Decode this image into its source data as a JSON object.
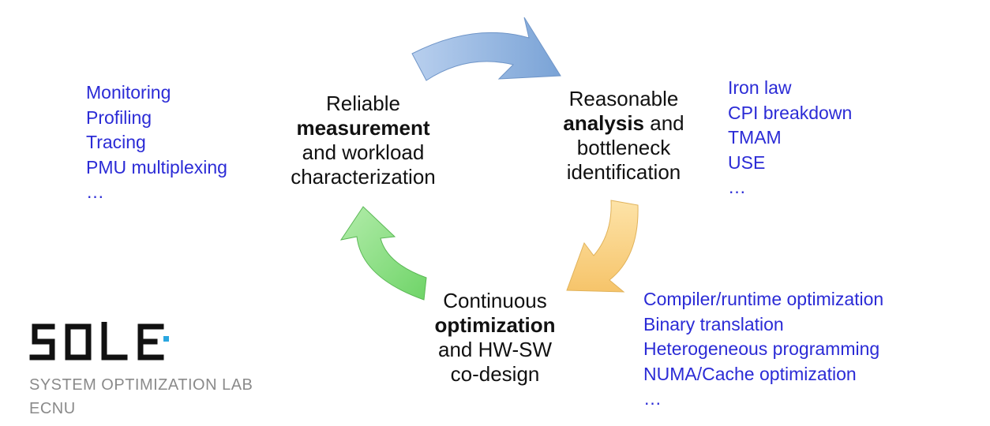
{
  "nodes": {
    "measurement": {
      "pre": "Reliable",
      "bold": "measurement",
      "post1": "and workload",
      "post2": "characterization"
    },
    "analysis": {
      "pre": "Reasonable",
      "bold": "analysis",
      "bold_suffix": " and",
      "post1": "bottleneck",
      "post2": "identification"
    },
    "optimization": {
      "pre": "Continuous",
      "bold": "optimization",
      "post1": "and HW-SW",
      "post2": "co-design"
    }
  },
  "lists": {
    "measurement": [
      "Monitoring",
      "Profiling",
      "Tracing",
      "PMU multiplexing",
      "…"
    ],
    "analysis": [
      "Iron law",
      "CPI breakdown",
      "TMAM",
      "USE",
      "…"
    ],
    "optimization": [
      "Compiler/runtime optimization",
      "Binary translation",
      "Heterogeneous programming",
      "NUMA/Cache optimization",
      "…"
    ]
  },
  "logo": {
    "mark": "SOLE",
    "line1": "SYSTEM OPTIMIZATION LAB",
    "line2": "ECNU",
    "accent_color": "#2aa7e0"
  },
  "arrows": {
    "top": {
      "from": "measurement",
      "to": "analysis",
      "color": "#8fb2dd"
    },
    "right": {
      "from": "analysis",
      "to": "optimization",
      "color": "#f7cd7a"
    },
    "left": {
      "from": "optimization",
      "to": "measurement",
      "color": "#8fdc87"
    }
  },
  "colors": {
    "list_text": "#2b2bd6",
    "node_text": "#111111"
  }
}
